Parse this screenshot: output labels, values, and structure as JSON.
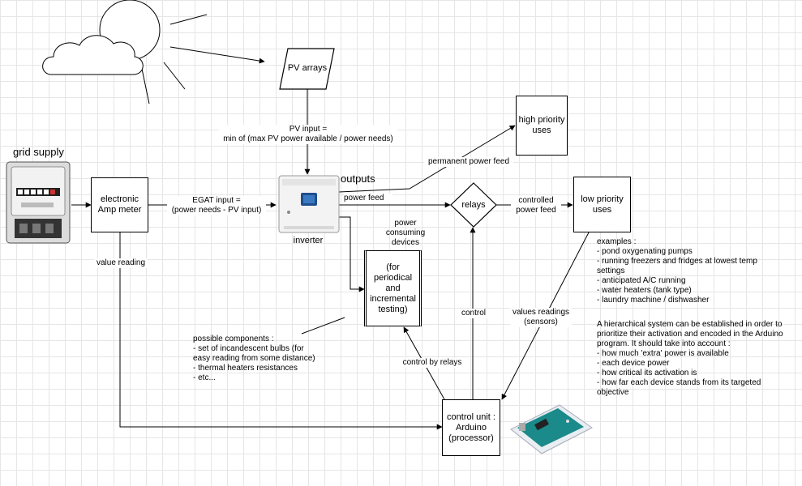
{
  "nodes": {
    "pv_arrays": "PV arrays",
    "amp_meter": "electronic\nAmp meter",
    "high_priority": "high priority\nuses",
    "low_priority": "low priority\nuses",
    "relays": "relays",
    "test_devices": "(for periodical\nand incremental\ntesting)",
    "control_unit": "control unit :\nArduino\n(processor)"
  },
  "labels": {
    "grid_supply": "grid supply",
    "outputs": "outputs",
    "inverter": "inverter",
    "pv_input": "PV input =\nmin of (max PV power available / power needs)",
    "egat_input": "EGAT input =\n(power needs - PV input)",
    "permanent_feed": "permanent power feed",
    "power_feed": "power feed",
    "controlled_feed": "controlled\npower feed",
    "power_consuming": "power\nconsuming\ndevices",
    "value_reading": "value reading",
    "control": "control",
    "values_readings": "values readings\n(sensors)",
    "control_by_relays": "control by relays"
  },
  "notes": {
    "examples": "examples :\n- pond oxygenating pumps\n- running freezers and fridges at lowest temp\nsettings\n- anticipated A/C running\n- water heaters (tank type)\n- laundry machine / dishwasher",
    "hierarchy": "A hierarchical system can be established in order to\nprioritize their activation and encoded in the Arduino\nprogram. It should take into account :\n- how much 'extra' power is available\n- each device power\n- how critical its activation is\n- how far each device stands from its targeted\nobjective",
    "components": "possible components :\n- set of incandescent bulbs (for\neasy reading from some distance)\n- thermal heaters resistances\n- etc..."
  },
  "colors": {
    "inverter_screen": "#1f4e8c",
    "arduino_board": "#1a8a8a"
  }
}
